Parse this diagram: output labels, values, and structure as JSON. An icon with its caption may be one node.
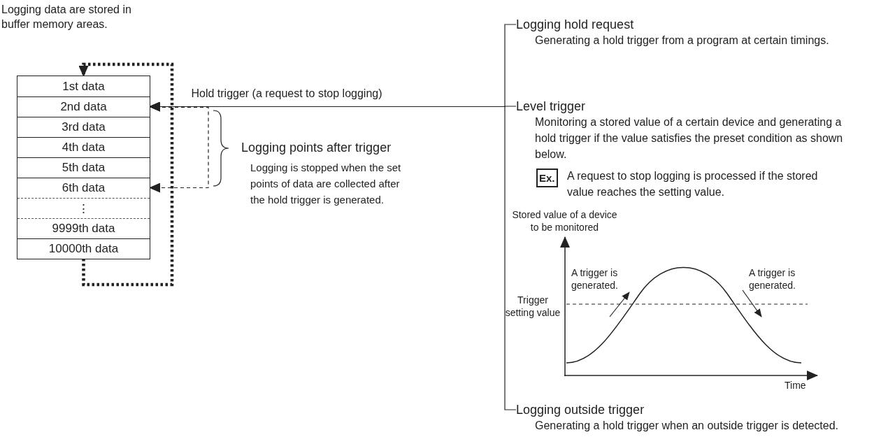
{
  "diagram": {
    "nodes": [
      {
        "text": [],
        "shape": "box"
      },
      {
        "text": [
          "1st data"
        ],
        "in": 0
      },
      {
        "text": [
          "2nd data"
        ],
        "in": 0
      },
      {
        "text": [
          "3rd data"
        ],
        "in": 0
      },
      {
        "text": [
          "4th data"
        ],
        "in": 0
      },
      {
        "text": [
          "5th data"
        ],
        "in": 0
      },
      {
        "text": [
          "6th data"
        ],
        "in": 0
      },
      {
        "text": [
          "⋮"
        ],
        "in": 0
      },
      {
        "text": [
          "9999th data"
        ],
        "in": 0
      },
      {
        "text": [
          "10000th data"
        ],
        "in": 0
      },
      {
        "text": [
          "Logging hold request",
          "Generating a hold trigger from a program at certain timings."
        ]
      },
      {
        "text": [
          "Level trigger",
          "Monitoring a stored value of a certain device and generating a hold trigger if the value satisfies the preset condition as shown below."
        ]
      },
      {
        "text": [
          "Logging outside trigger",
          "Generating a hold trigger when an outside trigger is detected."
        ]
      }
    ],
    "edges": [
      {
        "from": 9,
        "to": 1,
        "arrow": "to",
        "style": "dashed"
      },
      {
        "from": 10,
        "to": 2,
        "arrow": "to"
      },
      {
        "from": 11,
        "to": 2,
        "arrow": "to",
        "label": "Hold trigger (a request to stop logging)"
      },
      {
        "from": 12,
        "to": 2,
        "arrow": "to"
      },
      {
        "from": 2,
        "to": 6,
        "arrow": "to",
        "style": "dashed"
      }
    ],
    "labels": [
      "Logging data are stored in buffer memory areas.",
      "Logging points after trigger",
      "Logging is stopped when the set points of data are collected after the hold trigger is generated.",
      "Ex.",
      "A request to stop logging is processed if the stored value reaches the setting value.",
      "Stored value of a device to be monitored",
      "A trigger is generated.",
      "A trigger is generated.",
      "Trigger setting value",
      "Time"
    ]
  }
}
